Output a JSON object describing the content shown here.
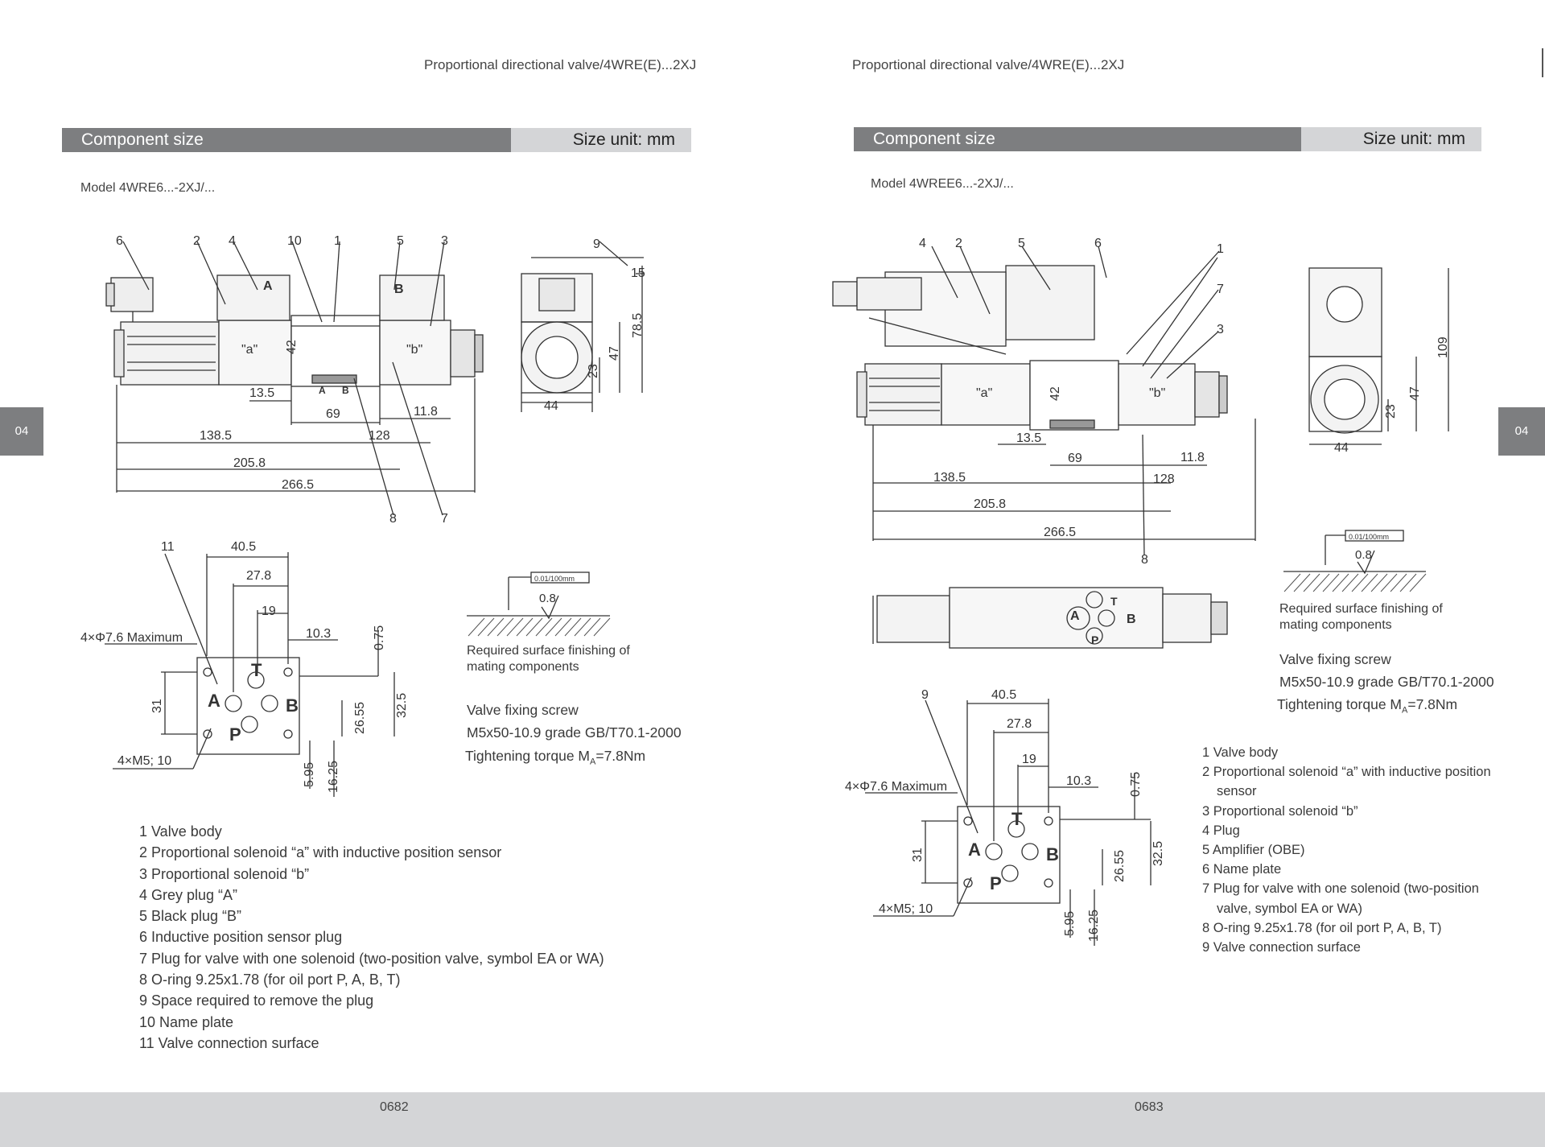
{
  "left": {
    "header": "Proportional directional valve/4WRE(E)...2XJ",
    "section_title": "Component size",
    "size_unit": "Size unit: mm",
    "model": "Model 4WRE6...-2XJ/...",
    "surface_finish": "Required surface finishing of mating components",
    "flatness": "0.01/100mm",
    "roughness": "0.8",
    "screw_title": "Valve fixing screw",
    "screw_spec": "M5x50-10.9 grade GB/T70.1-2000",
    "torque_prefix": "Tightening torque M",
    "torque_sub": "A",
    "torque_value": "=7.8Nm",
    "legend": [
      "1 Valve body",
      "2 Proportional solenoid “a” with inductive position sensor",
      "3 Proportional solenoid “b”",
      "4 Grey plug “A”",
      "5 Black plug “B”",
      "6 Inductive position sensor plug",
      "7 Plug for valve with one solenoid (two-position valve, symbol EA or WA)",
      "8 O-ring 9.25x1.78 (for oil port P, A, B, T)",
      "9 Space required to remove the plug",
      "10 Name plate",
      "11 Valve connection surface"
    ],
    "page_number": "0682",
    "tab": "04",
    "dims": {
      "d1385": "138.5",
      "d2058": "205.8",
      "d2665": "266.5",
      "d128": "128",
      "d69": "69",
      "d135": "13.5",
      "d118": "11.8",
      "d42": "42",
      "d44": "44",
      "d23": "23",
      "d47": "47",
      "d785": "78.5",
      "d15": "15",
      "d405": "40.5",
      "d278": "27.8",
      "d19": "19",
      "d103": "10.3",
      "d075": "0.75",
      "d31": "31",
      "d2655": "26.55",
      "d325": "32.5",
      "d595": "5.95",
      "d1625": "16.25",
      "holes": "4×Φ7.6 Maximum",
      "threads": "4×M5; 10",
      "la": "\"a\"",
      "lb": "\"b\"",
      "c1": "1",
      "c2": "2",
      "c3": "3",
      "c4": "4",
      "c5": "5",
      "c6": "6",
      "c7": "7",
      "c8": "8",
      "c9": "9",
      "c10": "10",
      "c11": "11",
      "pA": "A",
      "pB": "B",
      "pP": "P",
      "pT": "T"
    }
  },
  "right": {
    "header": "Proportional directional valve/4WRE(E)...2XJ",
    "section_title": "Component size",
    "size_unit": "Size unit: mm",
    "model": "Model 4WREE6...-2XJ/...",
    "surface_finish": "Required surface finishing of mating components",
    "flatness": "0.01/100mm",
    "roughness": "0.8",
    "screw_title": "Valve fixing screw",
    "screw_spec": "M5x50-10.9 grade GB/T70.1-2000",
    "torque_prefix": "Tightening torque M",
    "torque_sub": "A",
    "torque_value": "=7.8Nm",
    "legend": [
      "1 Valve body",
      "2 Proportional solenoid “a” with inductive position sensor",
      "3 Proportional solenoid “b”",
      "4 Plug",
      "5 Amplifier (OBE)",
      "6 Name plate",
      "7 Plug for valve with one solenoid (two-position valve, symbol EA or WA)",
      "8 O-ring 9.25x1.78 (for oil port P, A, B, T)",
      "9 Valve connection surface"
    ],
    "page_number": "0683",
    "tab": "04",
    "dims": {
      "d1385": "138.5",
      "d2058": "205.8",
      "d2665": "266.5",
      "d128": "128",
      "d69": "69",
      "d135": "13.5",
      "d118": "11.8",
      "d42": "42",
      "d44": "44",
      "d23": "23",
      "d47": "47",
      "d109": "109",
      "d405": "40.5",
      "d278": "27.8",
      "d19": "19",
      "d103": "10.3",
      "d075": "0.75",
      "d31": "31",
      "d2655": "26.55",
      "d325": "32.5",
      "d595": "5.95",
      "d1625": "16.25",
      "holes": "4×Φ7.6 Maximum",
      "threads": "4×M5; 10",
      "la": "\"a\"",
      "lb": "\"b\"",
      "c1": "1",
      "c2": "2",
      "c3": "3",
      "c4": "4",
      "c5": "5",
      "c6": "6",
      "c7": "7",
      "c8": "8",
      "c9": "9",
      "pA": "A",
      "pB": "B",
      "pP": "P",
      "pT": "T"
    }
  }
}
